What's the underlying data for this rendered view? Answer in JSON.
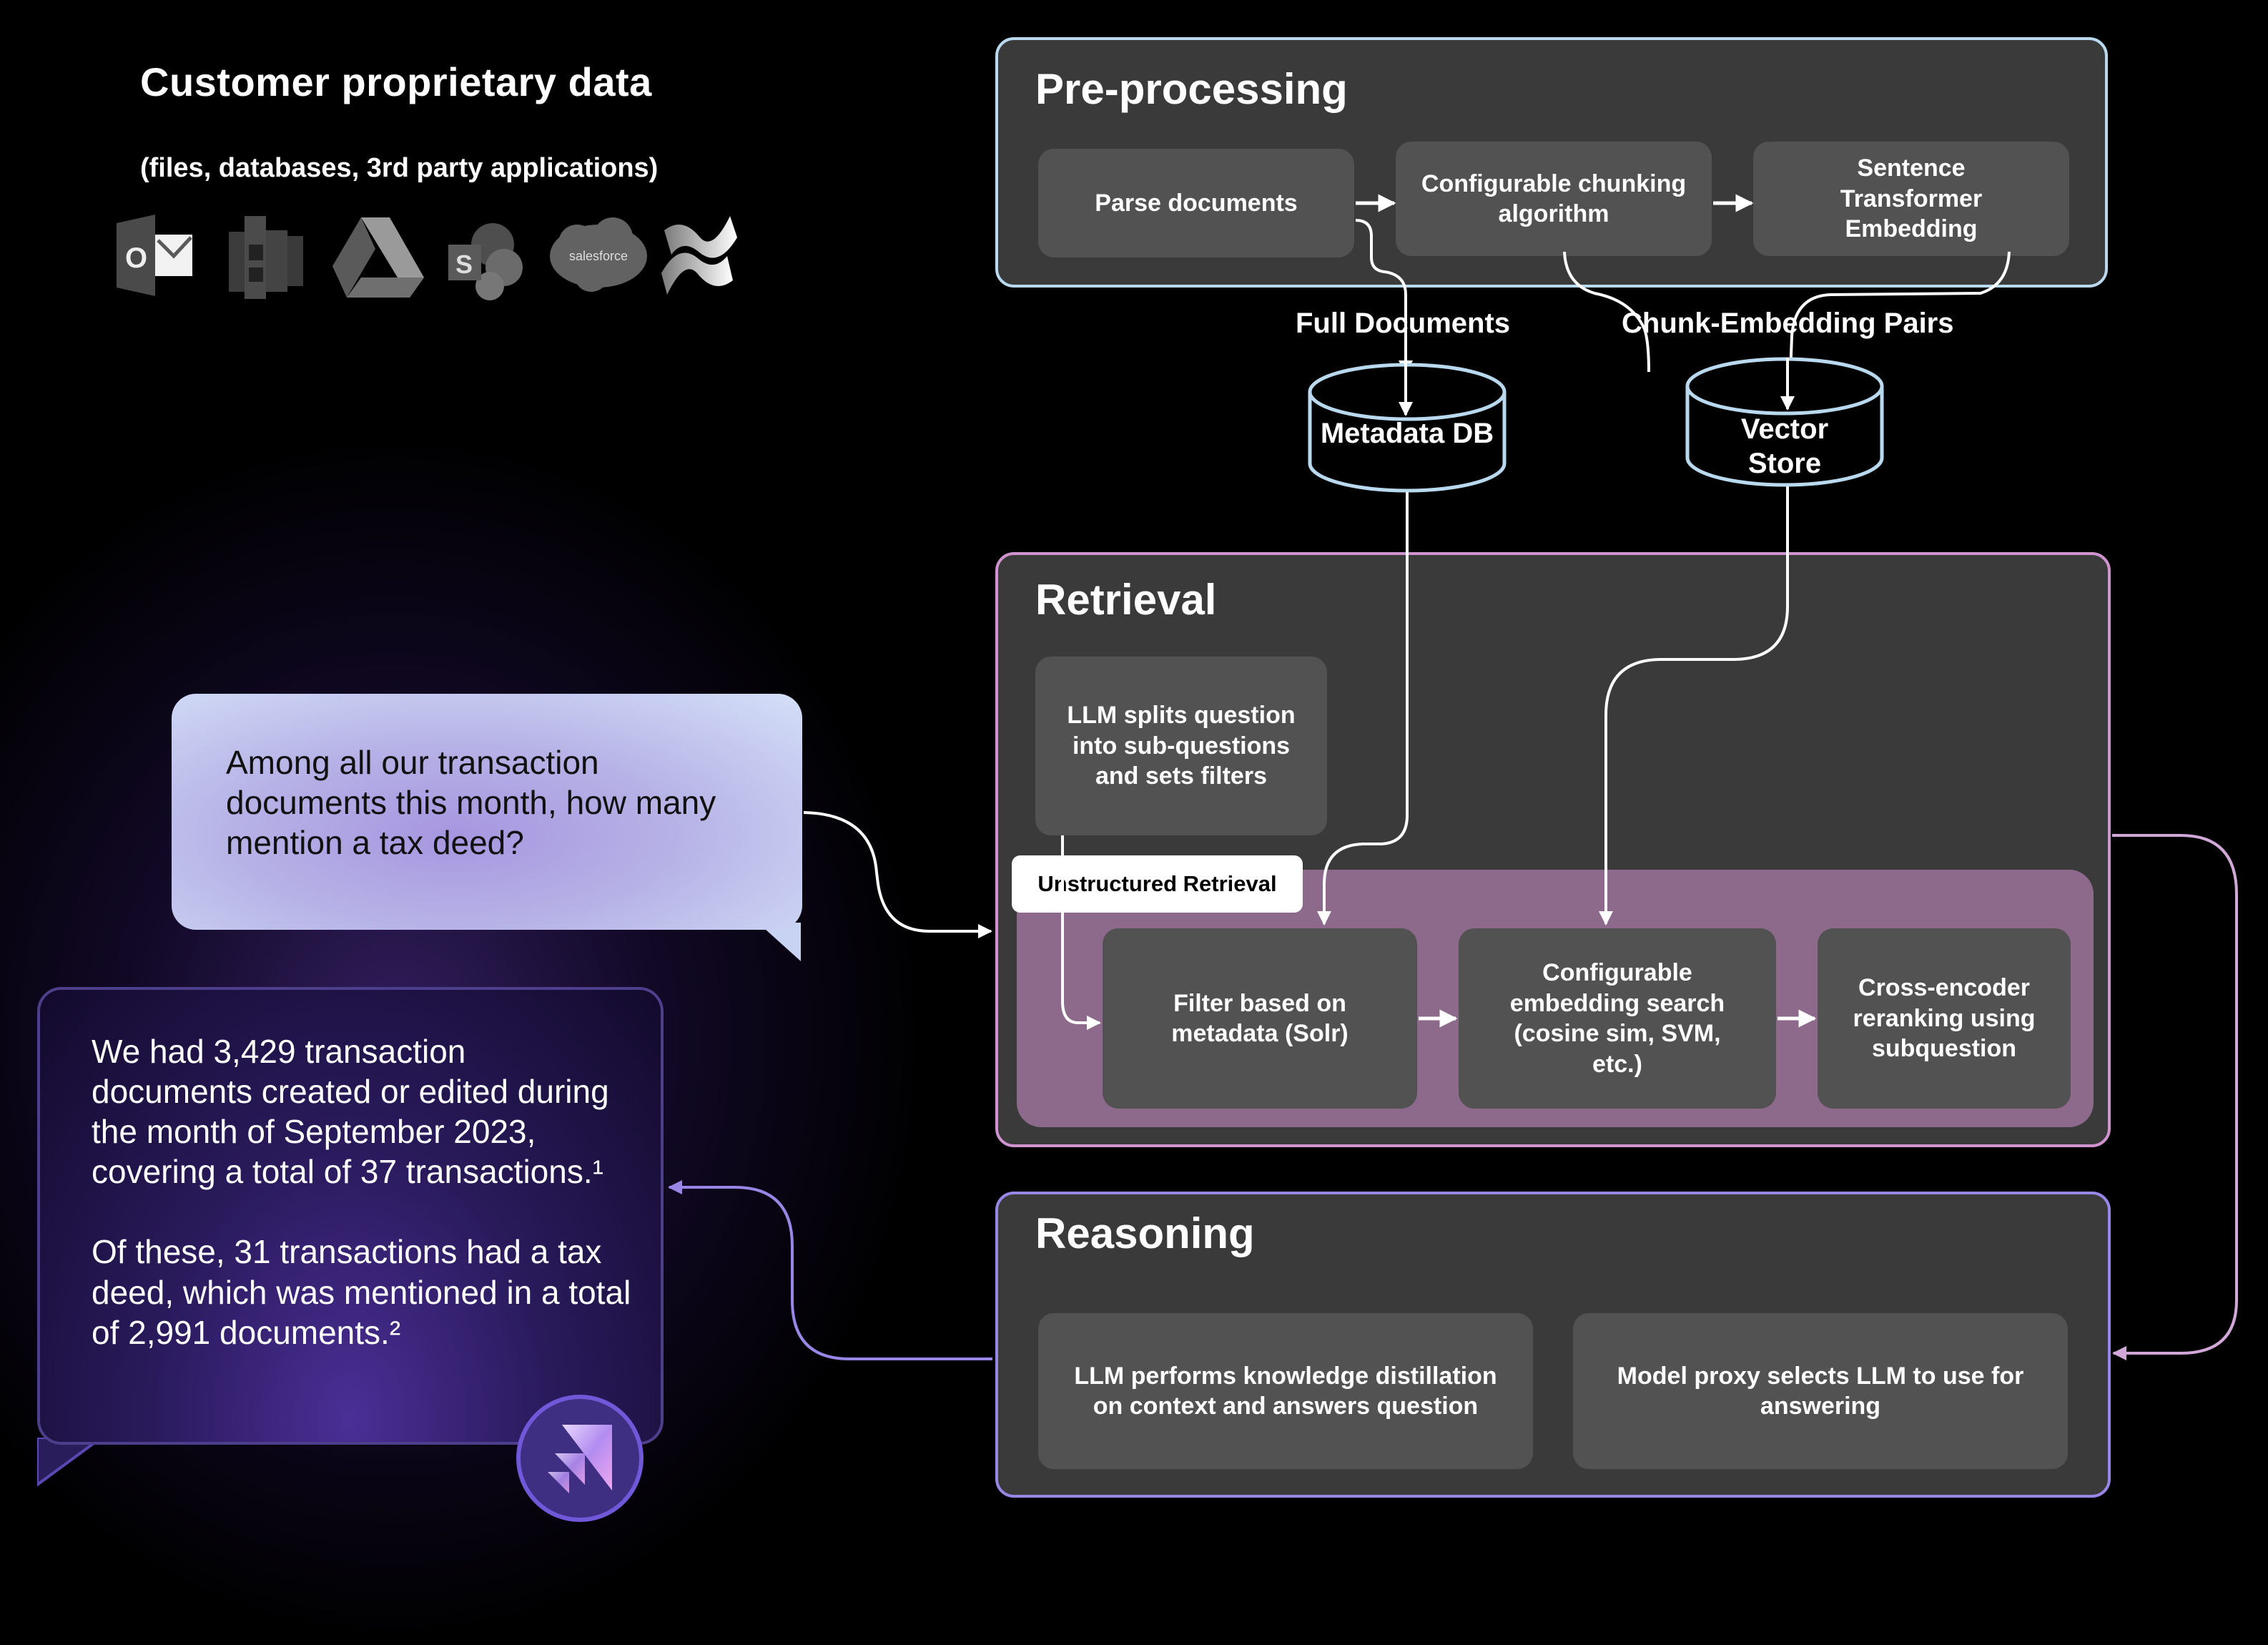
{
  "source": {
    "title": "Customer proprietary data",
    "subtitle": "(files, databases, 3rd party applications)",
    "logos": [
      "outlook-icon",
      "aws-s3-icon",
      "google-drive-icon",
      "sharepoint-icon",
      "salesforce-icon",
      "confluence-icon"
    ],
    "salesforce_text": "salesforce",
    "outlook_letter": "O",
    "sharepoint_letter": "S"
  },
  "preprocessing": {
    "title": "Pre-processing",
    "steps": [
      "Parse documents",
      "Configurable chunking algorithm",
      "Sentence Transformer Embedding"
    ]
  },
  "edges": {
    "full_documents": "Full Documents",
    "chunk_embedding_pairs": "Chunk-Embedding Pairs"
  },
  "stores": {
    "metadata_db": "Metadata DB",
    "vector_store": "Vector Store"
  },
  "retrieval": {
    "title": "Retrieval",
    "split_step": "LLM splits question into sub-questions and sets filters",
    "unstructured_label": "Unstructured Retrieval",
    "steps": [
      "Filter based on metadata (Solr)",
      "Configurable embedding search (cosine sim, SVM, etc.)",
      "Cross-encoder reranking using subquestion"
    ]
  },
  "reasoning": {
    "title": "Reasoning",
    "steps": [
      "LLM performs knowledge distillation on context and answers question",
      "Model proxy selects LLM to use for answering"
    ]
  },
  "chat": {
    "question": "Among all our transaction documents this month, how many mention a tax deed?",
    "answer_p1": "We had 3,429 transaction documents created or edited during the month of September 2023, covering a total of 37 transactions.¹",
    "answer_p2": "Of these, 31 transactions had a tax deed, which was mentioned in a total of 2,991 documents.²",
    "assistant_avatar": "assistant-logo-icon"
  },
  "colors": {
    "preprocessing_border": "#b9d9ef",
    "retrieval_border": "#cf94cf",
    "reasoning_border": "#9a86e6",
    "unstructured_bg": "#8d6a8b",
    "panel_bg": "#3a3a3a",
    "step_bg": "#525252"
  }
}
